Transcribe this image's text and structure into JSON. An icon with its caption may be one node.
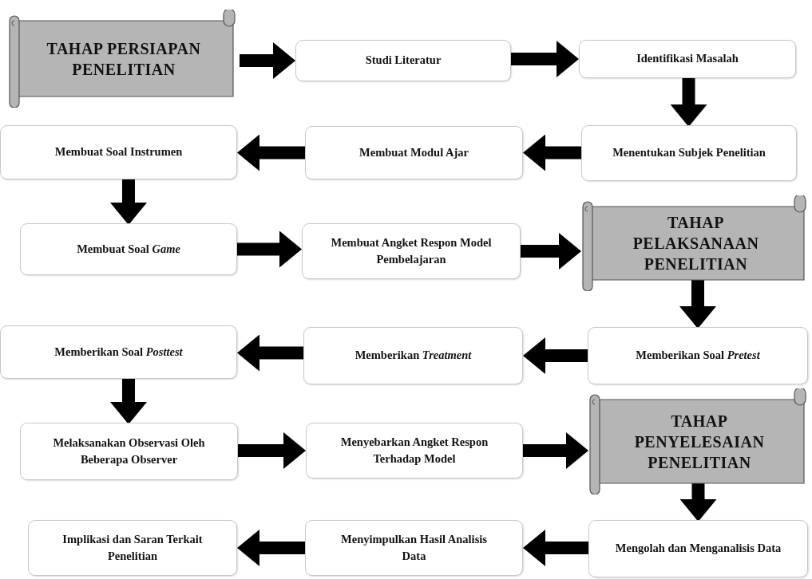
{
  "diagram": {
    "nodes": [
      {
        "text": [
          "TAHAP PERSIAPAN PENELITIAN"
        ]
      },
      {
        "text": [
          "Studi Literatur"
        ]
      },
      {
        "text": [
          "Identifikasi Masalah"
        ]
      },
      {
        "text": [
          "Menentukan Subjek Penelitian"
        ]
      },
      {
        "text": [
          "Membuat Modul Ajar"
        ]
      },
      {
        "text": [
          "Membuat Soal Instrumen"
        ]
      },
      {
        "text": [
          "Membuat Soal *Game*"
        ]
      },
      {
        "text": [
          "Membuat Angket Respon Model Pembelajaran"
        ]
      },
      {
        "text": [
          "TAHAP PELAKSANAAN PENELITIAN"
        ]
      },
      {
        "text": [
          "Memberikan Soal *Pretest*"
        ]
      },
      {
        "text": [
          "Memberikan *Treatment*"
        ]
      },
      {
        "text": [
          "Memberikan Soal *Posttest*"
        ]
      },
      {
        "text": [
          "Melaksanakan Observasi Oleh Beberapa Observer"
        ]
      },
      {
        "text": [
          "Menyebarkan Angket Respon Terhadap Model"
        ]
      },
      {
        "text": [
          "TAHAP PENYELESAIAN PENELITIAN"
        ]
      },
      {
        "text": [
          "Mengolah dan Menganalisis Data"
        ]
      },
      {
        "text": [
          "Menyimpulkan Hasil Analisis Data"
        ]
      },
      {
        "text": [
          "Implikasi dan Saran Terkait Penelitian"
        ]
      }
    ],
    "edges": [
      {
        "from": 0,
        "to": 1,
        "arrow": "to"
      },
      {
        "from": 1,
        "to": 2,
        "arrow": "to"
      },
      {
        "from": 2,
        "to": 3,
        "arrow": "to"
      },
      {
        "from": 3,
        "to": 4,
        "arrow": "to"
      },
      {
        "from": 4,
        "to": 5,
        "arrow": "to"
      },
      {
        "from": 5,
        "to": 6,
        "arrow": "to"
      },
      {
        "from": 6,
        "to": 7,
        "arrow": "to"
      },
      {
        "from": 7,
        "to": 8,
        "arrow": "to"
      },
      {
        "from": 8,
        "to": 9,
        "arrow": "to"
      },
      {
        "from": 9,
        "to": 10,
        "arrow": "to"
      },
      {
        "from": 10,
        "to": 11,
        "arrow": "to"
      },
      {
        "from": 11,
        "to": 12,
        "arrow": "to"
      },
      {
        "from": 12,
        "to": 13,
        "arrow": "to"
      },
      {
        "from": 13,
        "to": 14,
        "arrow": "to"
      },
      {
        "from": 14,
        "to": 15,
        "arrow": "to"
      },
      {
        "from": 15,
        "to": 16,
        "arrow": "to"
      },
      {
        "from": 16,
        "to": 17,
        "arrow": "to"
      }
    ]
  }
}
